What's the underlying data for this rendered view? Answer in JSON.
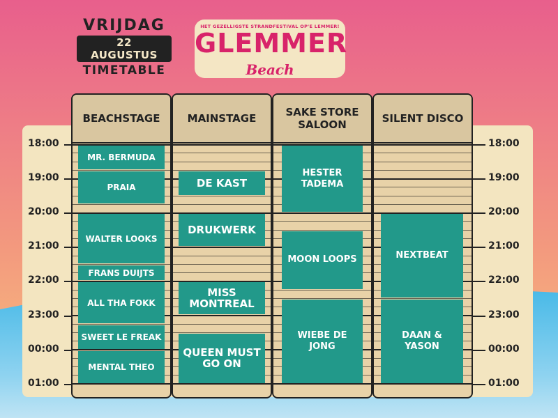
{
  "header": {
    "day": "VRIJDAG",
    "date": "22 AUGUSTUS",
    "subtitle": "TIMETABLE"
  },
  "logo": {
    "tagline": "HET GEZELLIGSTE STRANDFESTIVAL OP'E LEMMER!",
    "name": "GLEMMER",
    "script": "Beach"
  },
  "colors": {
    "slot": "#22998a",
    "panel": "#e8d2a8",
    "header": "#d9c6a0",
    "brand": "#d8236a"
  },
  "times": [
    "18:00",
    "19:00",
    "20:00",
    "21:00",
    "22:00",
    "23:00",
    "00:00",
    "01:00"
  ],
  "stages": [
    {
      "name": "BEACHSTAGE",
      "slots": [
        {
          "artist": "MR. BERMUDA",
          "start": 0.0,
          "end": 0.75
        },
        {
          "artist": "PRAIA",
          "start": 0.75,
          "end": 1.75
        },
        {
          "artist": "WALTER LOOKS",
          "start": 2.0,
          "end": 3.5
        },
        {
          "artist": "FRANS DUIJTS",
          "start": 3.5,
          "end": 4.0
        },
        {
          "artist": "ALL THA FOKK",
          "start": 4.0,
          "end": 5.25
        },
        {
          "artist": "SWEET LE FREAK",
          "start": 5.25,
          "end": 6.0
        },
        {
          "artist": "MENTAL THEO",
          "start": 6.0,
          "end": 7.0
        }
      ]
    },
    {
      "name": "MAINSTAGE",
      "slots": [
        {
          "artist": "DE KAST",
          "start": 0.75,
          "end": 1.5
        },
        {
          "artist": "DRUKWERK",
          "start": 2.0,
          "end": 3.0
        },
        {
          "artist": "MISS MONTREAL",
          "start": 4.0,
          "end": 5.0
        },
        {
          "artist": "QUEEN MUST GO ON",
          "start": 5.5,
          "end": 7.0
        }
      ]
    },
    {
      "name": "SAKE STORE SALOON",
      "slots": [
        {
          "artist": "HESTER TADEMA",
          "start": 0.0,
          "end": 2.0
        },
        {
          "artist": "MOON LOOPS",
          "start": 2.5,
          "end": 4.25
        },
        {
          "artist": "WIEBE DE JONG",
          "start": 4.5,
          "end": 7.0
        }
      ]
    },
    {
      "name": "SILENT DISCO",
      "slots": [
        {
          "artist": "NEXTBEAT",
          "start": 2.0,
          "end": 4.5
        },
        {
          "artist": "DAAN & YASON",
          "start": 4.5,
          "end": 7.0
        }
      ]
    }
  ]
}
